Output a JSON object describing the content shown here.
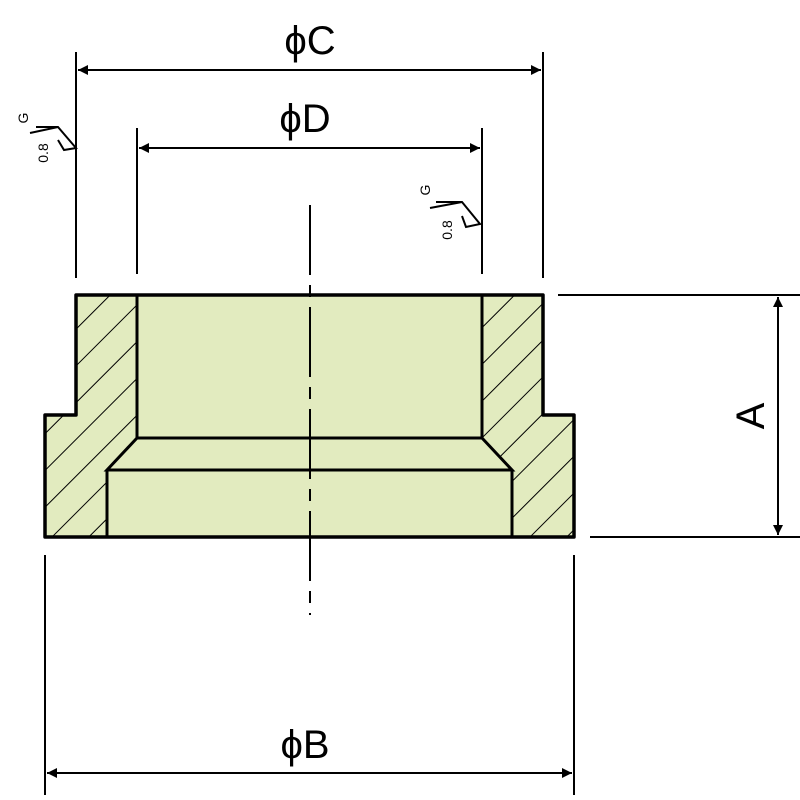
{
  "dimensions": {
    "outer_diameter": "ϕC",
    "inner_diameter": "ϕD",
    "base_diameter": "ϕB",
    "height": "A"
  },
  "surface_finish": {
    "outer": {
      "symbol": "G",
      "value": "0.8"
    },
    "inner": {
      "symbol": "G",
      "value": "0.8"
    }
  },
  "colors": {
    "part_fill": "#e2ebbf",
    "outline": "#000000"
  }
}
